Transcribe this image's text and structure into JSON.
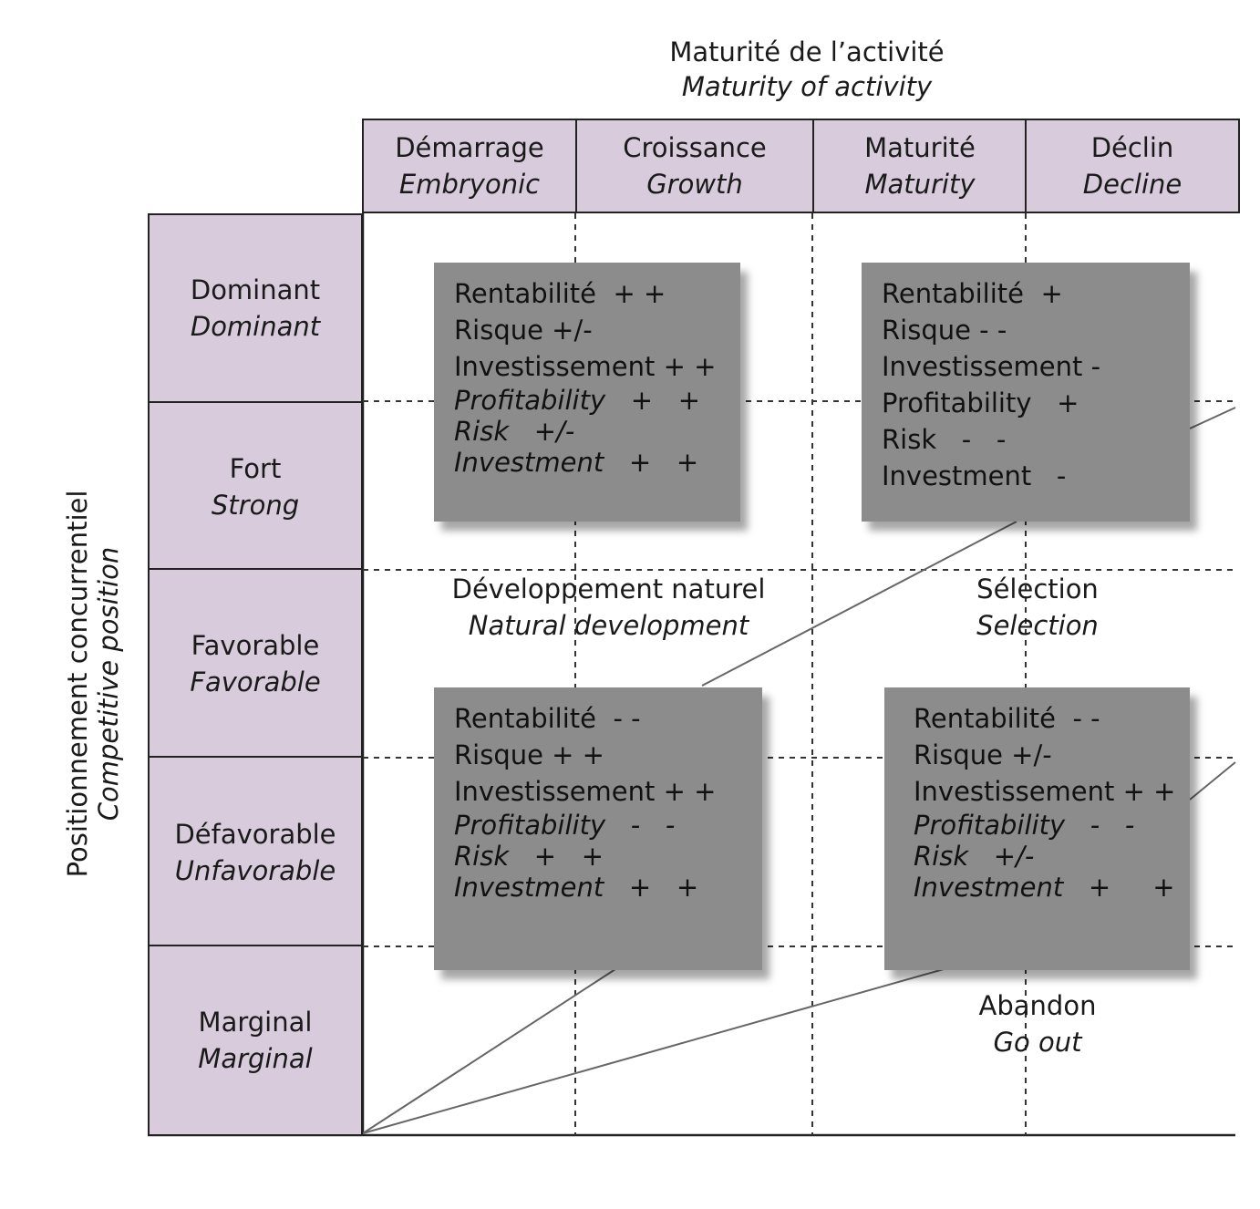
{
  "title": {
    "fr": "Maturité de l’activité",
    "en": "Maturity of activity"
  },
  "y_axis": {
    "fr": "Positionnement concurrentiel",
    "en": "Competitive position"
  },
  "columns": [
    {
      "fr": "Démarrage",
      "en": "Embryonic"
    },
    {
      "fr": "Croissance",
      "en": "Growth"
    },
    {
      "fr": "Maturité",
      "en": "Maturity"
    },
    {
      "fr": "Déclin",
      "en": "Decline"
    }
  ],
  "rows": [
    {
      "fr": "Dominant",
      "en": "Dominant"
    },
    {
      "fr": "Fort",
      "en": "Strong"
    },
    {
      "fr": "Favorable",
      "en": "Favorable"
    },
    {
      "fr": "Défavorable",
      "en": "Unfavorable"
    },
    {
      "fr": "Marginal",
      "en": "Marginal"
    }
  ],
  "boxes": [
    {
      "lines": [
        "Rentabilité  + +",
        "Risque +/-",
        "Investissement + +"
      ],
      "lines_en": [
        "Profitability   +   +",
        "Risk   +/-",
        "Investment   +   +"
      ]
    },
    {
      "lines": [
        "Rentabilité  +",
        "Risque - -",
        "Investissement -"
      ],
      "lines_en": [
        "Profitability   +",
        "Risk   -   -",
        "Investment   -"
      ]
    },
    {
      "lines": [
        "Rentabilité  - -",
        "Risque + +",
        "Investissement + +"
      ],
      "lines_en": [
        "Profitability   -   -",
        "Risk   +   +",
        "Investment   +   +"
      ]
    },
    {
      "lines": [
        "Rentabilité  - -",
        "Risque +/-",
        "Investissement + +"
      ],
      "lines_en": [
        "Profitability   -   -",
        "Risk   +/-",
        "Investment   +     +"
      ]
    }
  ],
  "zones": [
    {
      "fr": "Développement naturel",
      "en": "Natural development"
    },
    {
      "fr": "Sélection",
      "en": "Selection"
    },
    {
      "fr": "Abandon",
      "en": "Go out"
    }
  ]
}
